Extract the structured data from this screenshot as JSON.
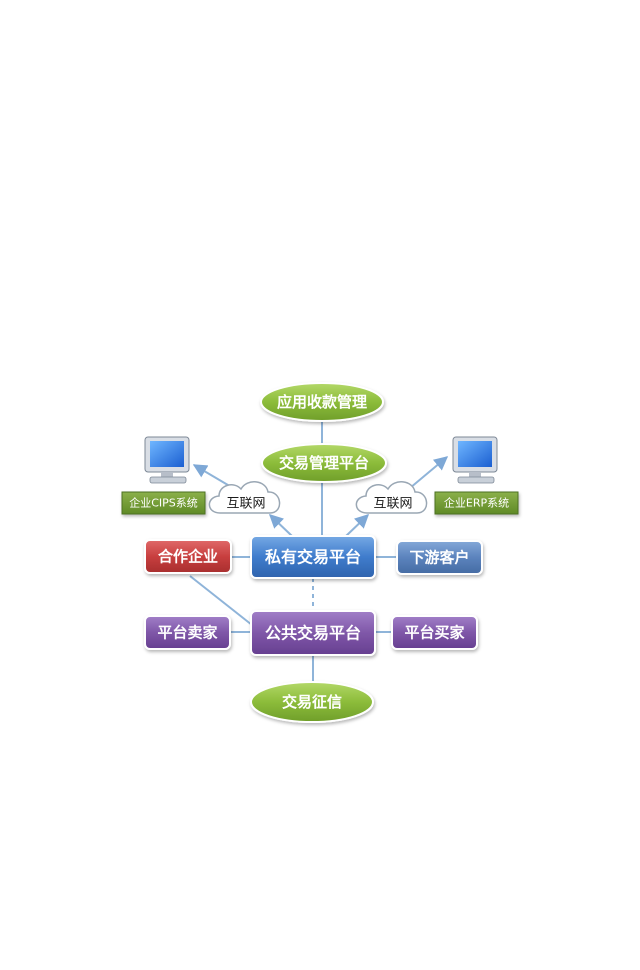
{
  "nodes": {
    "app_collection": "应用收款管理",
    "trade_mgmt_platform": "交易管理平台",
    "private_trade_platform": "私有交易平台",
    "public_trade_platform": "公共交易平台",
    "partner_enterprise": "合作企业",
    "downstream_customer": "下游客户",
    "platform_seller": "平台卖家",
    "platform_buyer": "平台买家",
    "trade_credit": "交易征信"
  },
  "clouds": {
    "left": "互联网",
    "right": "互联网"
  },
  "systems": {
    "left": "企业CIPS系统",
    "right": "企业ERP系统"
  },
  "colors": {
    "green": "#8ab83a",
    "blue": "#4a82c8",
    "purple": "#7f57a8",
    "red": "#c83f3f",
    "steelblue": "#5b83bd",
    "line": "#8fb4d9"
  }
}
